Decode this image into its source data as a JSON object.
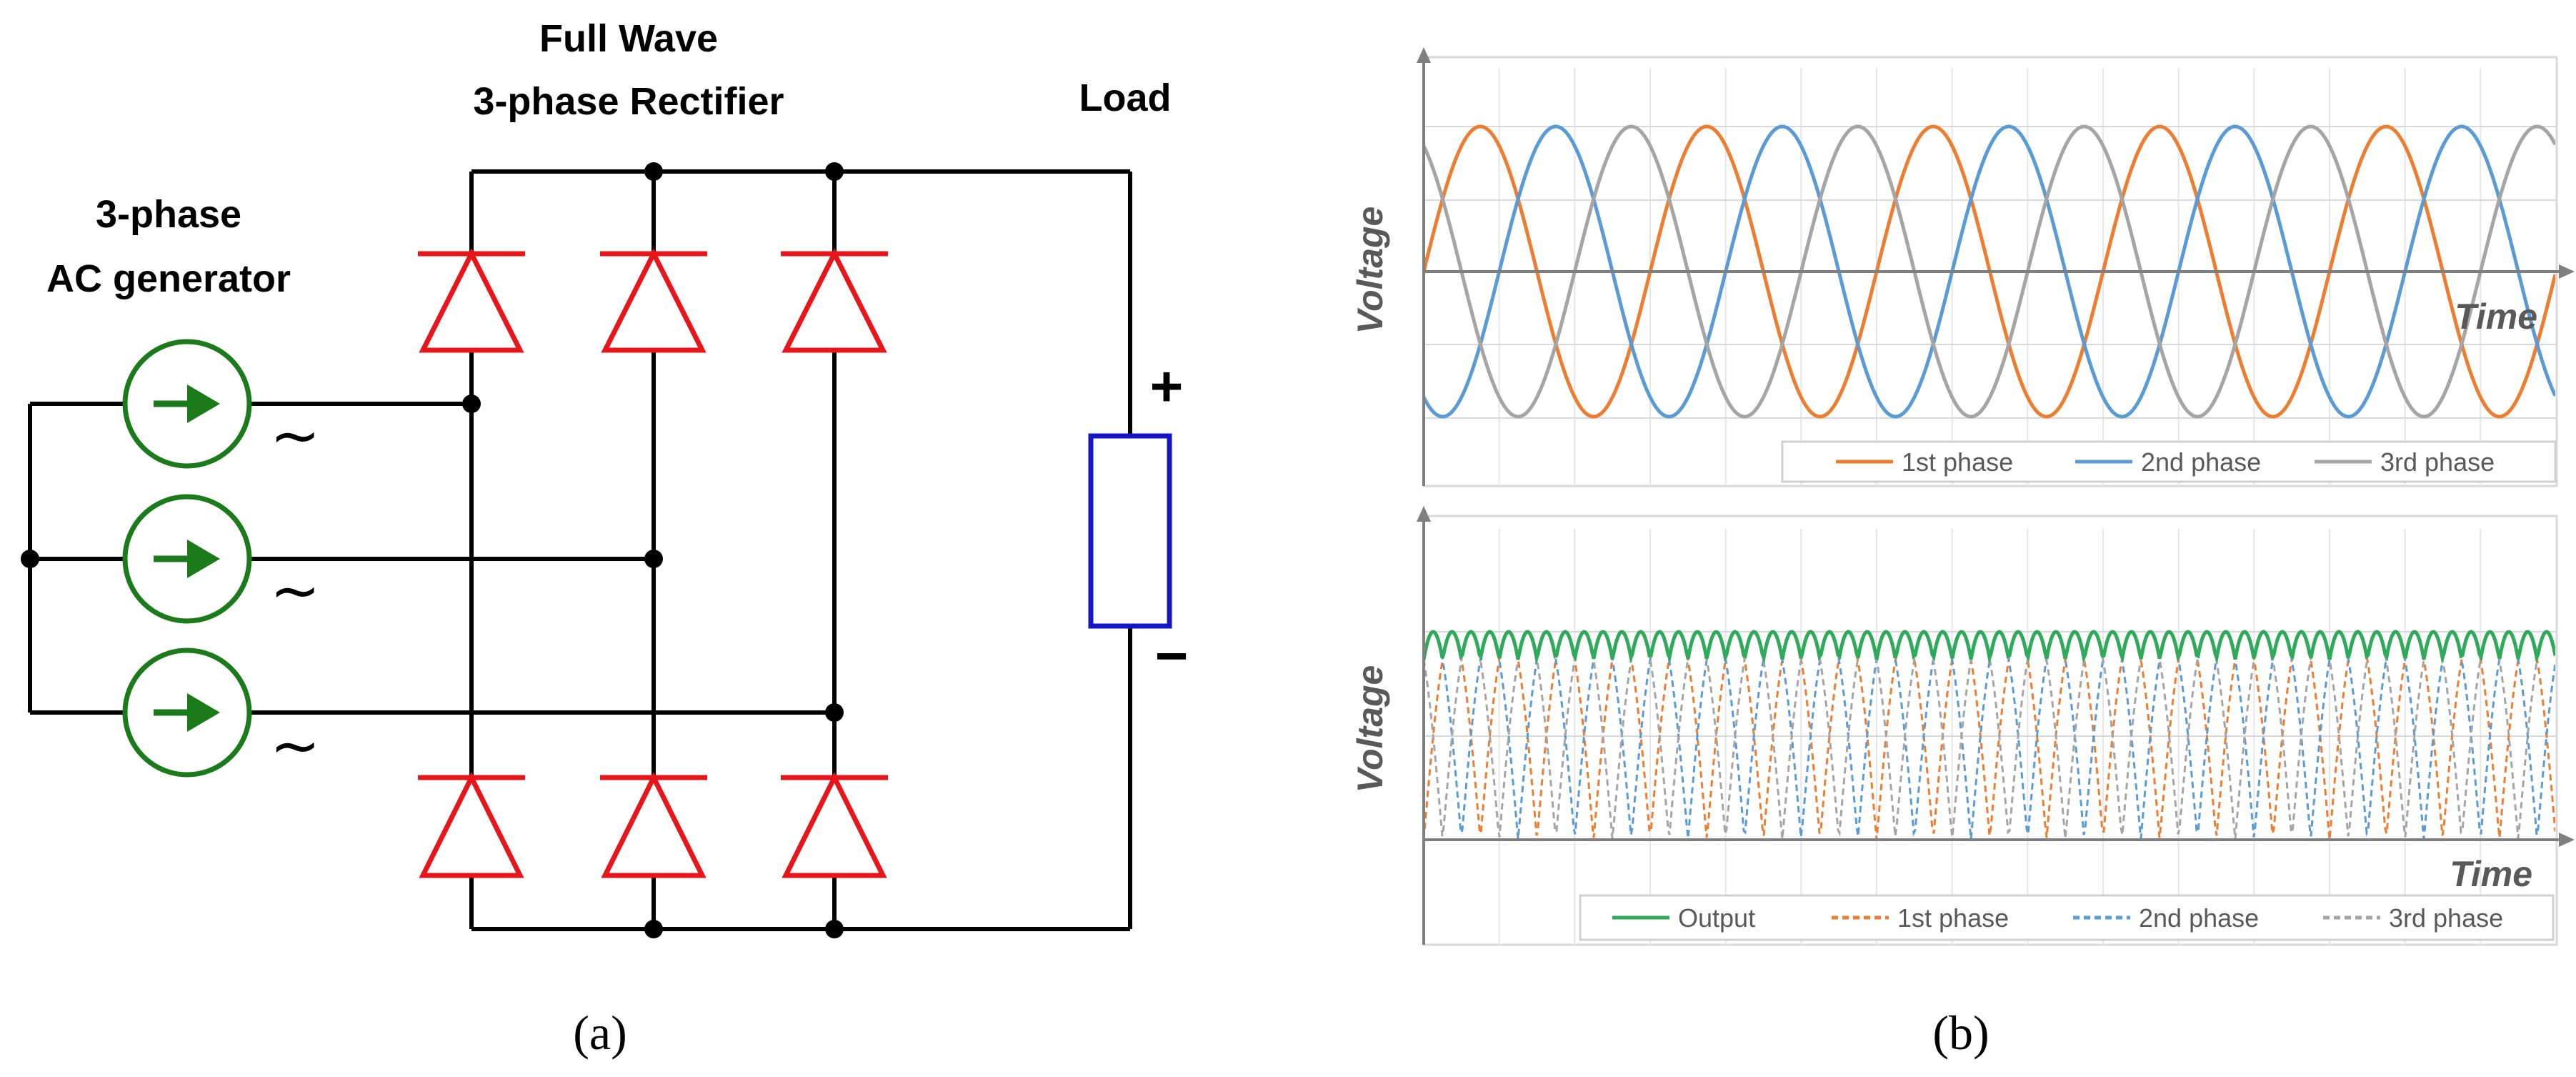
{
  "circuit": {
    "title_line1": "Full Wave",
    "title_line2": "3-phase Rectifier",
    "generator_line1": "3-phase",
    "generator_line2": "AC generator",
    "load_label": "Load",
    "plus": "+",
    "minus": "−",
    "tilde": "~",
    "caption": "(a)",
    "colors": {
      "wire": "#000000",
      "diode": "#e8151b",
      "source": "#1b7b1b",
      "load": "#1515c8"
    }
  },
  "caption_b": "(b)",
  "chart_data": [
    {
      "type": "line",
      "ylabel": "Voltage",
      "xlabel": "Time",
      "grid": true,
      "legend_position": "bottom-right",
      "cycles_shown": 5,
      "y_range": [
        -1,
        1
      ],
      "series": [
        {
          "name": "1st phase",
          "color": "#ed7d31",
          "style": "solid",
          "phase_deg": 0
        },
        {
          "name": "2nd phase",
          "color": "#5b9bd5",
          "style": "solid",
          "phase_deg": 120
        },
        {
          "name": "3rd phase",
          "color": "#a5a5a5",
          "style": "solid",
          "phase_deg": 240
        }
      ]
    },
    {
      "type": "line",
      "ylabel": "Voltage",
      "xlabel": "Time",
      "grid": true,
      "legend_position": "bottom-right",
      "cycles_shown": 10,
      "series": [
        {
          "name": "Output",
          "color": "#2eaa5a",
          "style": "solid"
        },
        {
          "name": "1st phase",
          "color": "#ed7d31",
          "style": "dashed",
          "phase_deg": 0
        },
        {
          "name": "2nd phase",
          "color": "#5b9bd5",
          "style": "dashed",
          "phase_deg": 120
        },
        {
          "name": "3rd phase",
          "color": "#a5a5a5",
          "style": "dashed",
          "phase_deg": 240
        }
      ]
    }
  ]
}
